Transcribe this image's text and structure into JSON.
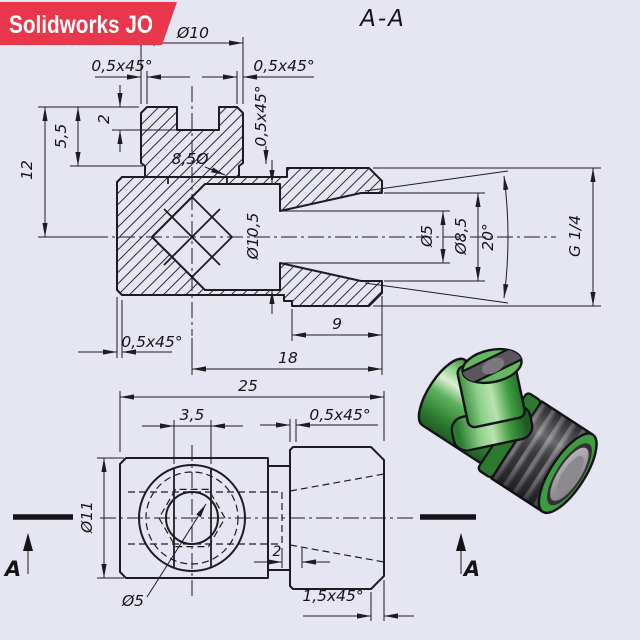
{
  "logo": {
    "text": "Solidworks JO"
  },
  "section_label": "A-A",
  "section_view": {
    "dia_head": "Ø10",
    "chamfer_head_left": "0,5x45°",
    "chamfer_head_right": "0,5x45°",
    "slot_depth": "2",
    "head_height": "5,5",
    "height_to_axis": "12",
    "dia_vertical_hole": "8,5Ø",
    "chamfer_step": "0,5x45°",
    "dia_bore": "Ø10,5",
    "dia_cone_small": "Ø5",
    "dia_cone_large": "Ø8,5",
    "cone_angle": "20°",
    "thread_spec": "G 1/4",
    "thread_length": "9",
    "length_from_axis": "18",
    "chamfer_body_left": "0,5x45°"
  },
  "top_view": {
    "overall_length": "25",
    "slot_width": "3,5",
    "thread_chamfer": "0,5x45°",
    "dia_body": "Ø11",
    "tip_length": "2",
    "dia_hole": "Ø5",
    "end_chamfer": "1,5x45°",
    "cut_label_left": "A",
    "cut_label_right": "A"
  },
  "colors": {
    "background": "#e6e5f2",
    "line": "#1d1d20",
    "logo_red": "#e8374a",
    "logo_text": "#ffffff",
    "part_green": "#3e9b41",
    "part_green_light": "#8ed08a",
    "part_green_dark": "#1e5c21",
    "thread_gray": "#4a484c",
    "bore_gray": "#97959a"
  }
}
